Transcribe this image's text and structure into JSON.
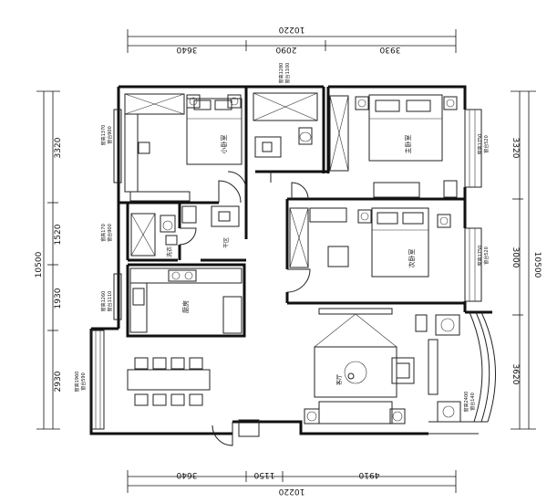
{
  "dimensions": {
    "top_total": "10220",
    "top_segments": [
      "3640",
      "2090",
      "3930"
    ],
    "bottom_total": "10220",
    "bottom_segments": [
      "3640",
      "1150",
      "4910"
    ],
    "left_total": "10500",
    "left_segments": [
      "3320",
      "1520",
      "1930",
      "2930"
    ],
    "right_total": "10500",
    "right_segments": [
      "3320",
      "3000",
      "3620"
    ]
  },
  "rooms": {
    "small_bedroom": "小卧室",
    "master_bedroom": "主卧室",
    "second_bedroom": "次卧室",
    "laundry": "洗衣",
    "dry_area": "干区",
    "kitchen": "厨房",
    "living_room": "客厅"
  },
  "notes": {
    "left_top_a": "窗高1370",
    "left_top_b": "窗台900",
    "left_mid_a": "窗高170",
    "left_mid_b": "窗台900",
    "left_kitchen_a": "窗高1260",
    "left_kitchen_b": "窗台1110",
    "left_bottom_a": "窗高1960",
    "left_bottom_b": "窗台590",
    "top_bath_a": "窗高1280",
    "top_bath_b": "窗台1100",
    "right_top_a": "窗高1750",
    "right_top_b": "窗台520",
    "right_mid_a": "窗高1750",
    "right_mid_b": "窗台520",
    "right_bottom_a": "窗高2400",
    "right_bottom_b": "窗台140"
  }
}
